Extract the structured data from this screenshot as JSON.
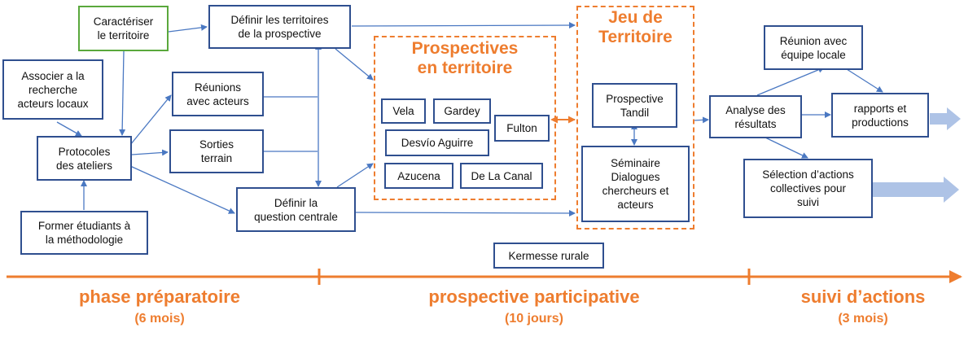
{
  "nodes": {
    "caracteriser": "Caractériser\nle territoire",
    "definir_territoires": "Définir les territoires\nde la prospective",
    "associer": "Associer a la\nrecherche\nacteurs locaux",
    "reunions_acteurs": "Réunions\navec acteurs",
    "protocoles": "Protocoles\ndes ateliers",
    "sorties": "Sorties\nterrain",
    "definir_question": "Définir la\nquestion centrale",
    "former": "Former étudiants à\nla méthodologie",
    "vela": "Vela",
    "gardey": "Gardey",
    "fulton": "Fulton",
    "desvio": "Desvío Aguirre",
    "azucena": "Azucena",
    "delacanal": "De La Canal",
    "prospective_tandil": "Prospective\nTandil",
    "seminaire": "Séminaire\nDialogues\nchercheurs et\nacteurs",
    "kermesse": "Kermesse rurale",
    "reunion_equipe": "Réunion avec\néquipe locale",
    "analyse": "Analyse des\nrésultats",
    "rapports": "rapports et\nproductions",
    "selection": "Sélection d’actions\ncollectives pour\nsuivi"
  },
  "groups": {
    "prospectives": "Prospectives\nen territoire",
    "jeu": "Jeu de\nTerritoire"
  },
  "timeline": {
    "phases": [
      {
        "label": "phase préparatoire",
        "duration": "(6 mois)"
      },
      {
        "label": "prospective participative",
        "duration": "(10 jours)"
      },
      {
        "label": "suivi d’actions",
        "duration": "(3 mois)"
      }
    ]
  },
  "colors": {
    "accent": "#ee7d2f",
    "box_border": "#2f4f8f",
    "green_border": "#5aa83c",
    "arrow": "#4a78c2",
    "big_arrow": "#aec3e6"
  }
}
